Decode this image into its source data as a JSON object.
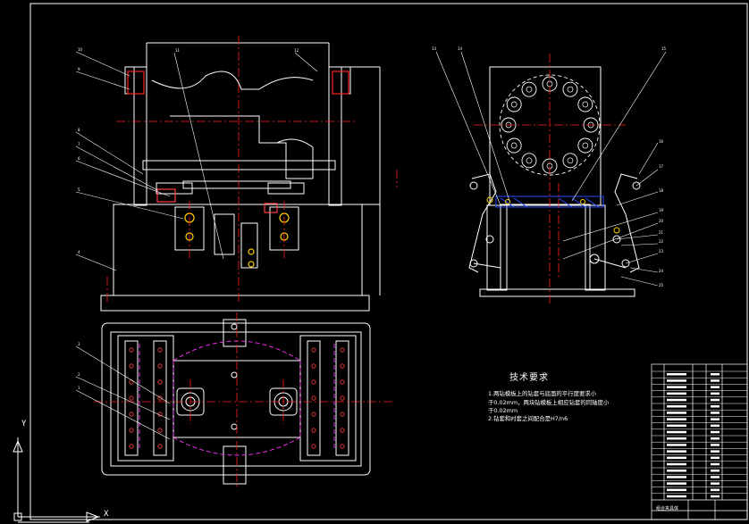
{
  "technical_requirements": {
    "title": "技术要求",
    "lines": [
      "1.两钻模板上的钻套与底面的平行度要求小",
      "于0.02mm，两块钻模板上相应钻套的同轴度小",
      "于0.02mm",
      "2.钻套和衬套之间配合是H7/n6"
    ]
  },
  "title_block": {
    "name": "组合夹具体"
  },
  "ucs": {
    "x_label": "X",
    "y_label": "Y"
  },
  "colors": {
    "background": "#000000",
    "outline": "#ffffff",
    "centerline": "#ff2020",
    "hidden": "#ff30ff",
    "hatch_blue": "#2a4cff",
    "leader": "#ffffff"
  }
}
